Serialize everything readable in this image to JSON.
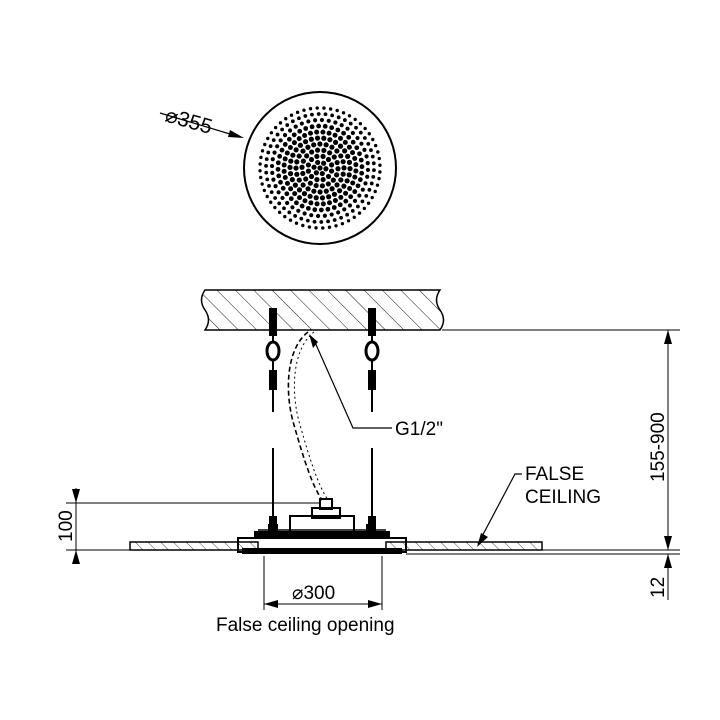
{
  "top_view": {
    "diameter_label": "355",
    "diameter_symbol": "⌀"
  },
  "connection_label": "G1/2\"",
  "false_ceiling_label": {
    "line1": "FALSE",
    "line2": "CEILING"
  },
  "dimensions": {
    "suspension_range": "155-900",
    "body_height": "100",
    "plate_thickness": "12",
    "opening_diameter": "300",
    "opening_symbol": "⌀"
  },
  "caption": "False ceiling opening"
}
